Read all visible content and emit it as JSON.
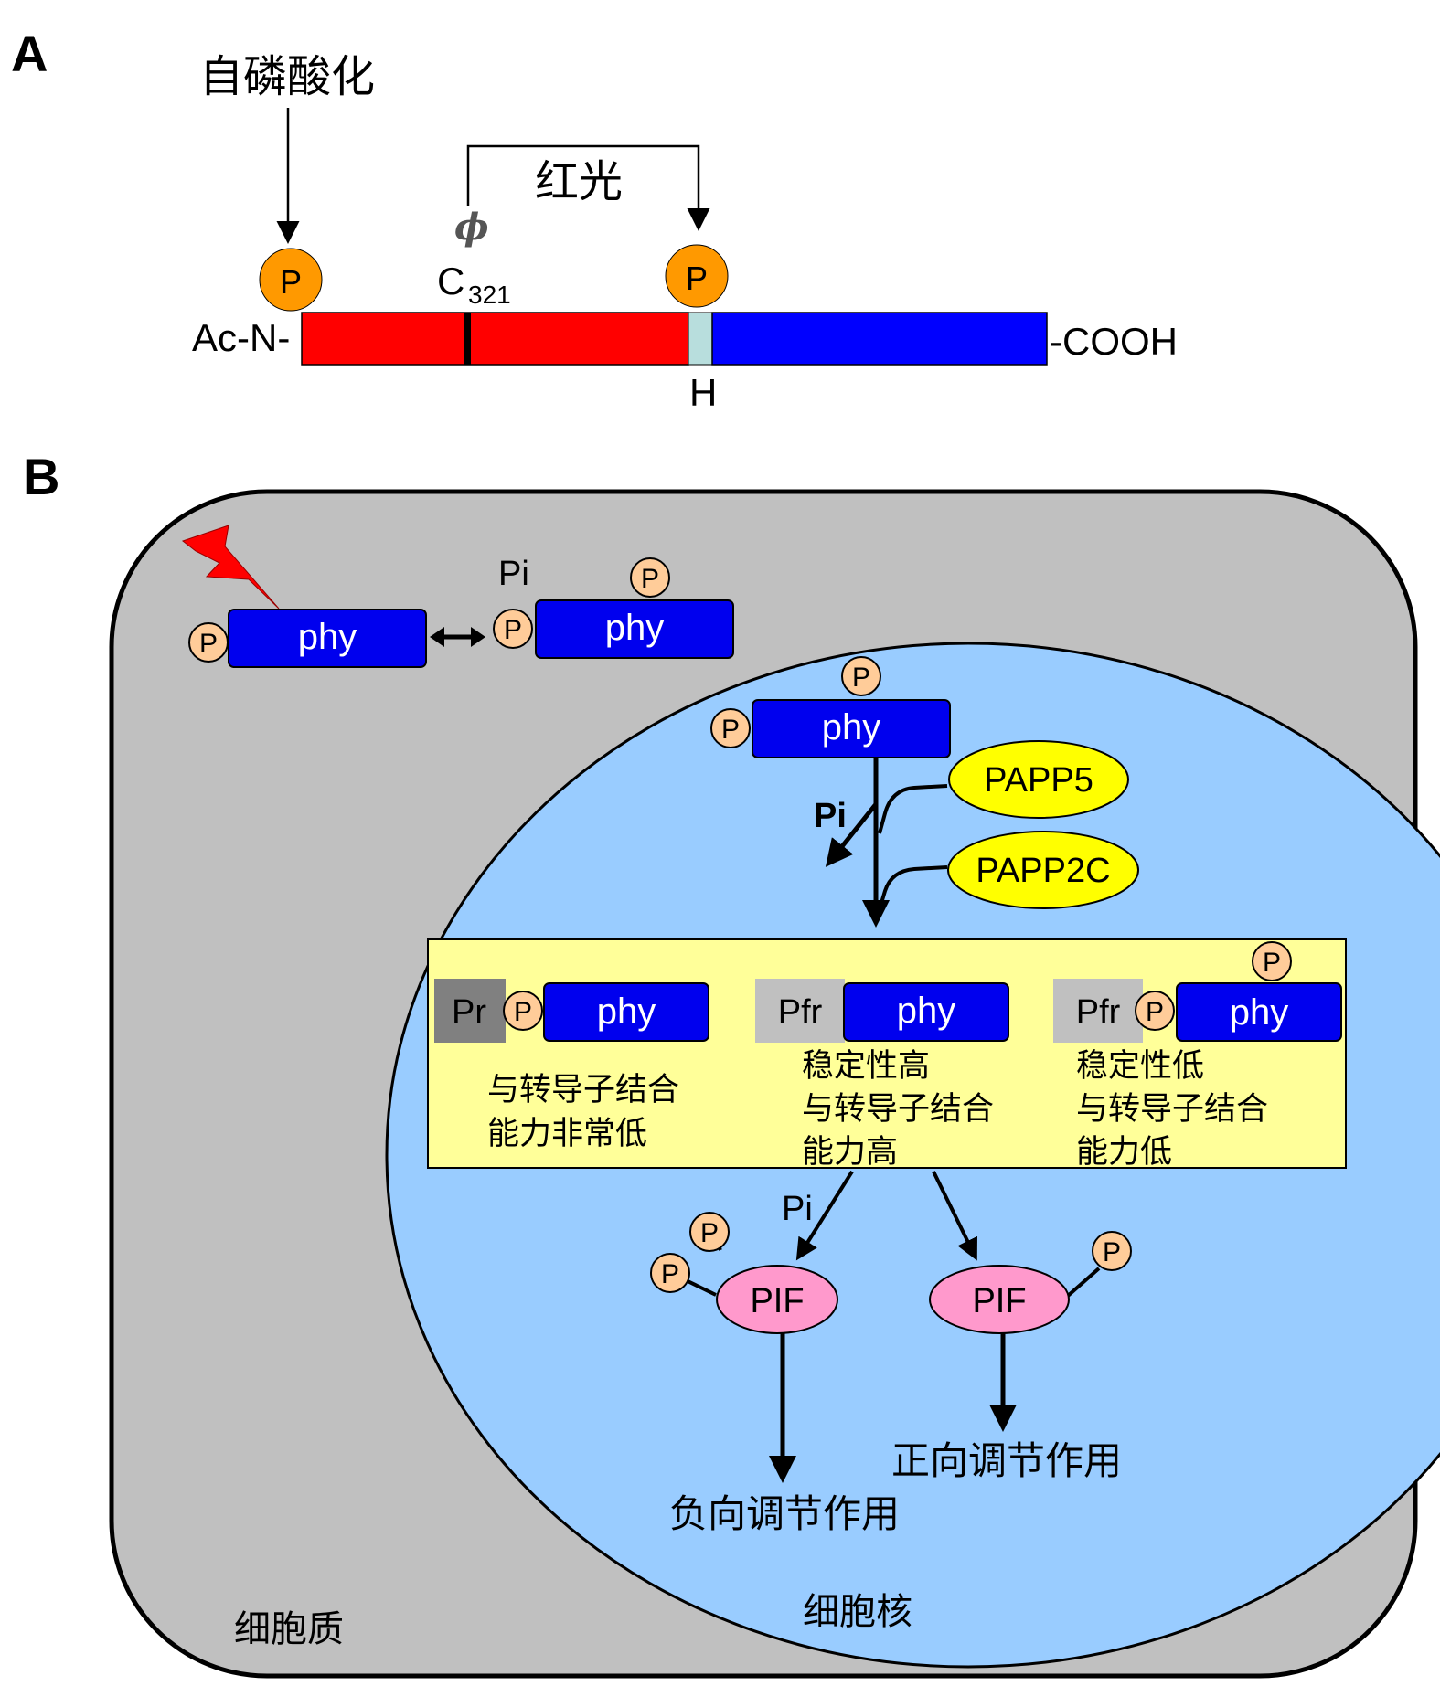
{
  "panel_a": {
    "label": "A",
    "autophos_label": "自磷酸化",
    "red_light_label": "红光",
    "phi_symbol": "ϕ",
    "cys_letter": "C",
    "cys_number": "321",
    "n_term": "Ac-N-",
    "c_term": "-COOH",
    "hinge_label": "H",
    "p_label": "P",
    "colors": {
      "n_domain": "#ff0000",
      "c_domain": "#0000ff",
      "hinge": "#b8dedd",
      "phospho": "#ff9900"
    }
  },
  "panel_b": {
    "label": "B",
    "phy_label": "phy",
    "p_label": "P",
    "pi_top": "Pi",
    "pi_nucleus": "Pi",
    "pi_lower": "Pi",
    "papp5": "PAPP5",
    "papp2c": "PAPP2C",
    "states": [
      {
        "form": "Pr",
        "lines": [
          "与转导子结合",
          "能力非常低"
        ]
      },
      {
        "form": "Pfr",
        "lines": [
          "稳定性高",
          "与转导子结合",
          "能力高"
        ]
      },
      {
        "form": "Pfr",
        "lines": [
          "稳定性低",
          "与转导子结合",
          "能力低"
        ]
      }
    ],
    "pif_label": "PIF",
    "negative_regulation": "负向调节作用",
    "positive_regulation": "正向调节作用",
    "nucleus_label": "细胞核",
    "cytoplasm_label": "细胞质",
    "colors": {
      "cell": "#c0c0c0",
      "nucleus": "#99ccff",
      "box": "#ffff99",
      "phy": "#0000ee",
      "pif": "#ff99cc",
      "papp": "#ffff00",
      "p_small": "#ffcc99"
    }
  }
}
